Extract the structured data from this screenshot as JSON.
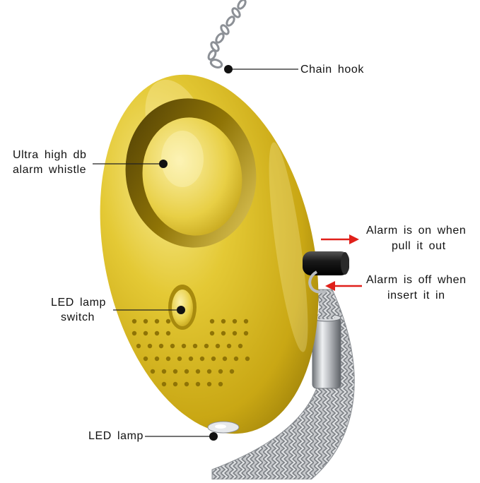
{
  "image": {
    "subject": "personal-safety-alarm-keychain",
    "colors": {
      "body": "#d6b81c",
      "body_highlight": "#f4e27a",
      "body_shadow": "#8f7406",
      "chain": "#b9bcc0",
      "leader_line": "#222222",
      "arrow": "#e0201a",
      "text": "#111111"
    }
  },
  "labels": {
    "chain_hook": "Chain hook",
    "whistle_line1": "Ultra high db",
    "whistle_line2": "alarm whistle",
    "led_switch_line1": "LED lamp",
    "led_switch_line2": "switch",
    "led_lamp": "LED lamp",
    "alarm_on_line1": "Alarm is on when",
    "alarm_on_line2": "pull it out",
    "alarm_off_line1": "Alarm is off when",
    "alarm_off_line2": "insert it in"
  },
  "icons": {
    "leader_dot": "black-dot",
    "pull_arrow": "red-arrow-right",
    "insert_arrow": "red-arrow-left"
  }
}
